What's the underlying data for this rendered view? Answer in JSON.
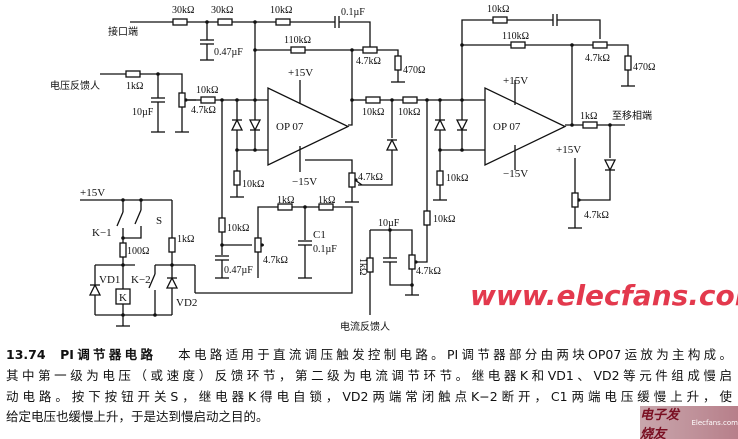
{
  "labels": {
    "r_30k_a": "30kΩ",
    "r_30k_b": "30kΩ",
    "r_10k_top": "10kΩ",
    "c_01u_top": "0.1µF",
    "input_port": "接口端",
    "c_047u_top": "0.47µF",
    "r_110k_1": "110kΩ",
    "pot_47k_1": "4.7kΩ",
    "r_470_1": "470Ω",
    "vfb_in": "电压反馈人",
    "r_1k_vfb": "1kΩ",
    "c_10u_vfb": "10µF",
    "r_10k_in": "10kΩ",
    "pot_47k_in": "4.7kΩ",
    "op1_vp": "+15V",
    "op1_name": "OP 07",
    "op1_vn": "−15V",
    "r_10k_gnd1": "10kΩ",
    "r_10k_mid1": "10kΩ",
    "r_10k_mid2": "10kΩ",
    "pot_47k_mid": "4.7kΩ",
    "r_10k_fb2": "10kΩ",
    "r_110k_2": "110kΩ",
    "pot_47k_2": "4.7kΩ",
    "r_470_2": "470Ω",
    "op2_vp": "+15V",
    "op2_name": "OP 07",
    "op2_vn": "−15V",
    "r_10k_gnd2": "10kΩ",
    "r_1k_out": "1kΩ",
    "out_port": "至移相端",
    "out_vp": "+15V",
    "pot_47k_out": "4.7kΩ",
    "r_10k_ifb": "10kΩ",
    "c_10u_ifb": "10µF",
    "r_1k_ifb": "1kΩ",
    "pot_47k_ifb": "4.7kΩ",
    "ifb_in": "电流反馈人",
    "vcc_left": "+15V",
    "k1": "K−1",
    "s": "S",
    "r_100": "100Ω",
    "r_1k_left": "1kΩ",
    "vd1": "VD1",
    "k": "K",
    "k2": "K−2",
    "vd2": "VD2",
    "r_10k_ref": "10kΩ",
    "c_047u_ref": "0.47µF",
    "pot_47k_ref": "4.7kΩ",
    "r_1k_c1a": "1kΩ",
    "r_1k_c1b": "1kΩ",
    "c1_name": "C1",
    "c1_val": "0.1µF"
  },
  "caption": {
    "number": "13.74",
    "title": "PI调节器电路",
    "line1_rest": "本电路适用于直流调压触发控制电路。PI调节器部分由两块OP07运放为主构成。",
    "line2": "其中第一级为电压（或速度）反馈环节，第二级为电流调节环节。继电器K和VD1、VD2等元件组成慢启",
    "line3": "动电路。按下按钮开关S，继电器K得电自锁，VD2两端常闭触点K−2断开，C1两端电压缓慢上升，使",
    "line4": "给定电压也缓慢上升，于是达到慢启动之目的。"
  },
  "watermark": "www.elecfans.com",
  "logo": {
    "cn": "电子发烧友",
    "en": "Elecfans.com"
  }
}
